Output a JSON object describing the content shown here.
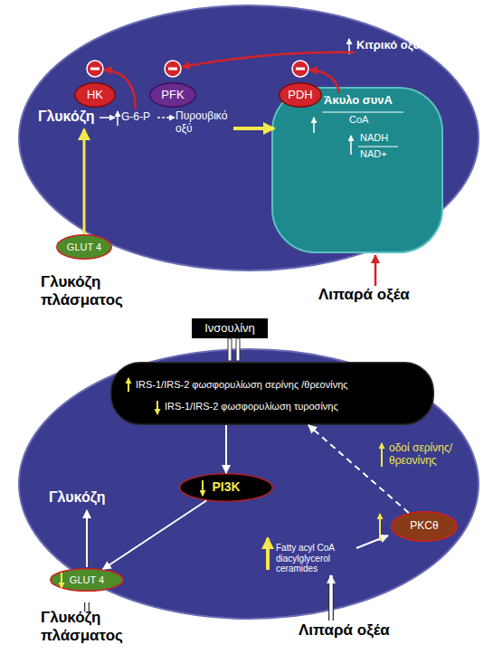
{
  "diagram": {
    "nodes": [
      {
        "text": [
          "Γλυκόζη",
          "G-6-P",
          "Πυρουβικό οξύ",
          "Κιτρικό οξύ"
        ]
      },
      {
        "text": [
          "HK"
        ],
        "in": 0
      },
      {
        "text": [
          "PFK"
        ],
        "in": 0
      },
      {
        "text": [
          "Άκυλο συνA",
          "CoA",
          "NADH",
          "NAD+"
        ],
        "in": 0
      },
      {
        "text": [
          "PDH"
        ],
        "in": 0
      },
      {
        "text": [
          "GLUT 4"
        ],
        "in": 0
      },
      {
        "text": [
          "Ινσουλίνη"
        ]
      },
      {
        "text": [
          "Γλυκόζη",
          "οδοί σερίνης/ θρεονίνης",
          "Fatty acyl CoA diacylglycerol ceramides"
        ]
      },
      {
        "text": [
          "IRS-1/IRS-2 φωσφορυλίωση σερίνης /θρεονίνης",
          "IRS-1/IRS-2 φωσφορυλίωση τυροσίνης"
        ],
        "in": 7
      },
      {
        "text": [
          "PI3K"
        ],
        "in": 7
      },
      {
        "text": [
          "GLUT 4"
        ],
        "in": 7
      },
      {
        "text": [
          "PKCθ"
        ],
        "in": 7
      }
    ],
    "edges": [
      {
        "from": 8,
        "to": 9,
        "arrow": "to"
      },
      {
        "from": 9,
        "to": 10,
        "arrow": "to"
      },
      {
        "from": 11,
        "to": 8,
        "arrow": "to"
      }
    ],
    "labels": [
      "Γλυκόζη πλάσματος",
      "Λιπαρά οξέα",
      "Γλυκόζη πλάσματος",
      "Λιπαρά οξέα"
    ]
  }
}
